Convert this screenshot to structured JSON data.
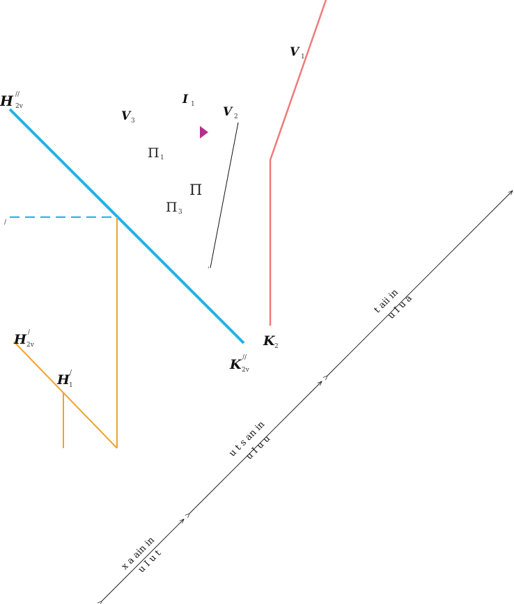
{
  "colors": {
    "blue_line": "#1fb2e8",
    "orange_line": "#f2a12a",
    "red_line": "#f07a78",
    "magenta_mark": "#b5308a",
    "green_text": "#2aa84a",
    "black": "#111111"
  },
  "labels": {
    "h2v": {
      "main": "H",
      "sub": "2v",
      "prime": "//"
    },
    "k2v": {
      "main": "K",
      "sub": "2v",
      "prime": "//"
    },
    "k2": {
      "main": "K",
      "sub": "2"
    },
    "v1": {
      "main": "V",
      "sub": "1"
    },
    "v3": {
      "main": "V",
      "sub": "3"
    },
    "v2": {
      "main": "V",
      "sub": "2"
    },
    "i1": {
      "main": "I",
      "sub": "1"
    },
    "h2vprime": {
      "main": "H",
      "sub": "2v",
      "prime": "/"
    },
    "h1prime": {
      "main": "H",
      "sub": "1",
      "prime": "/"
    },
    "pi1": {
      "main": "Π",
      "sub": "1"
    },
    "pi3": {
      "main": "Π",
      "sub": "3"
    },
    "pi_green": "Π",
    "tick_left": "/",
    "tick_small": "'"
  },
  "dimension_texts": {
    "upper_line1": "t aii in",
    "upper_line2": "u I u a",
    "middle_line1": "u t s an in",
    "middle_line2": "u I u u",
    "lower_line1": "x a ain in",
    "lower_line2": "u I u t"
  }
}
